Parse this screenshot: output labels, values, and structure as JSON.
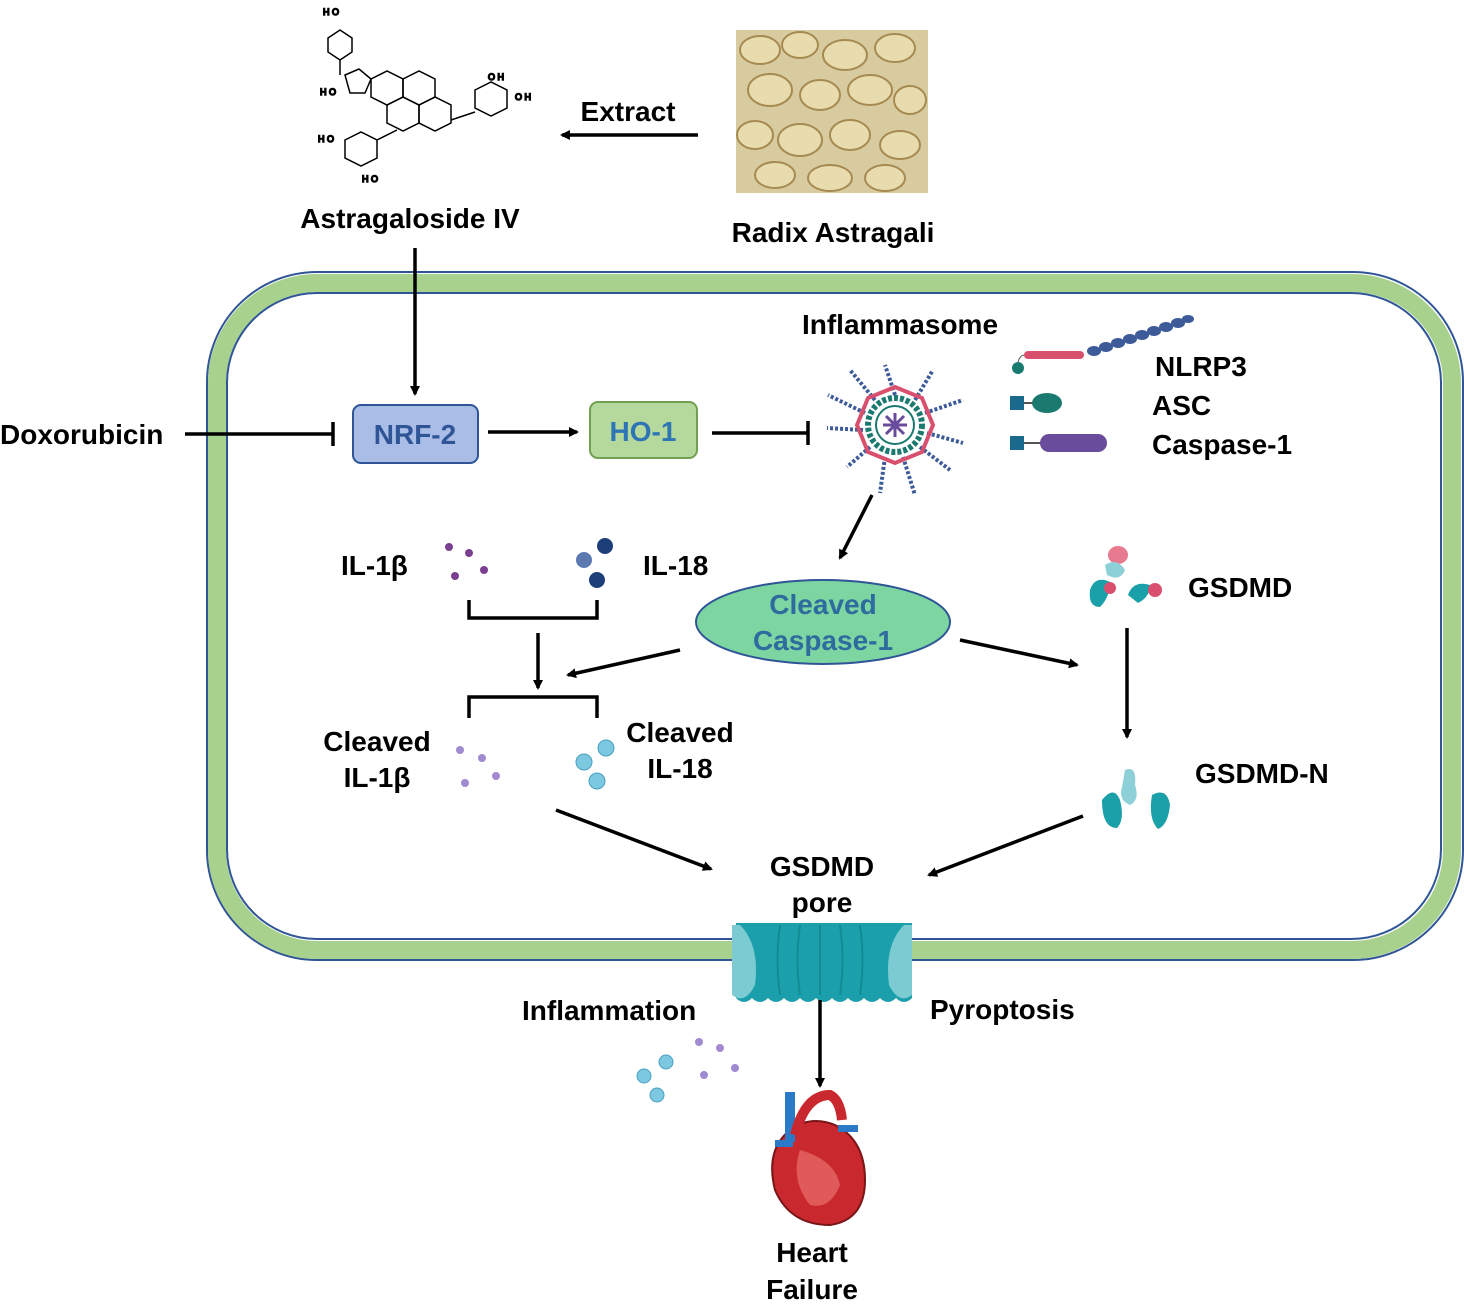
{
  "labels": {
    "compound": "Astragaloside IV",
    "herb": "Radix Astragali",
    "extract": "Extract",
    "doxorubicin": "Doxorubicin",
    "nrf2": "NRF-2",
    "ho1": "HO-1",
    "inflammasome": "Inflammasome",
    "legend_nlrp3": "NLRP3",
    "legend_asc": "ASC",
    "legend_caspase1": "Caspase-1",
    "il1b": "IL-1β",
    "il18": "IL-18",
    "cleaved_caspase_line1": "Cleaved",
    "cleaved_caspase_line2": "Caspase-1",
    "gsdmd": "GSDMD",
    "gsdmd_n": "GSDMD-N",
    "cleaved_il1b_line1": "Cleaved",
    "cleaved_il1b_line2": "IL-1β",
    "cleaved_il18_line1": "Cleaved",
    "cleaved_il18_line2": "IL-18",
    "pore_line1": "GSDMD",
    "pore_line2": "pore",
    "inflammation": "Inflammation",
    "pyroptosis": "Pyroptosis",
    "heart_line1": "Heart",
    "heart_line2": "Failure"
  },
  "colors": {
    "membrane": "#a9d18e",
    "membrane_outline": "#2f5597",
    "nrf2_fill": "#a9bde6",
    "ho1_fill": "#b5d99c",
    "cleaved_caspase_fill": "#7dd6a2",
    "box_text": "#2f5597"
  }
}
